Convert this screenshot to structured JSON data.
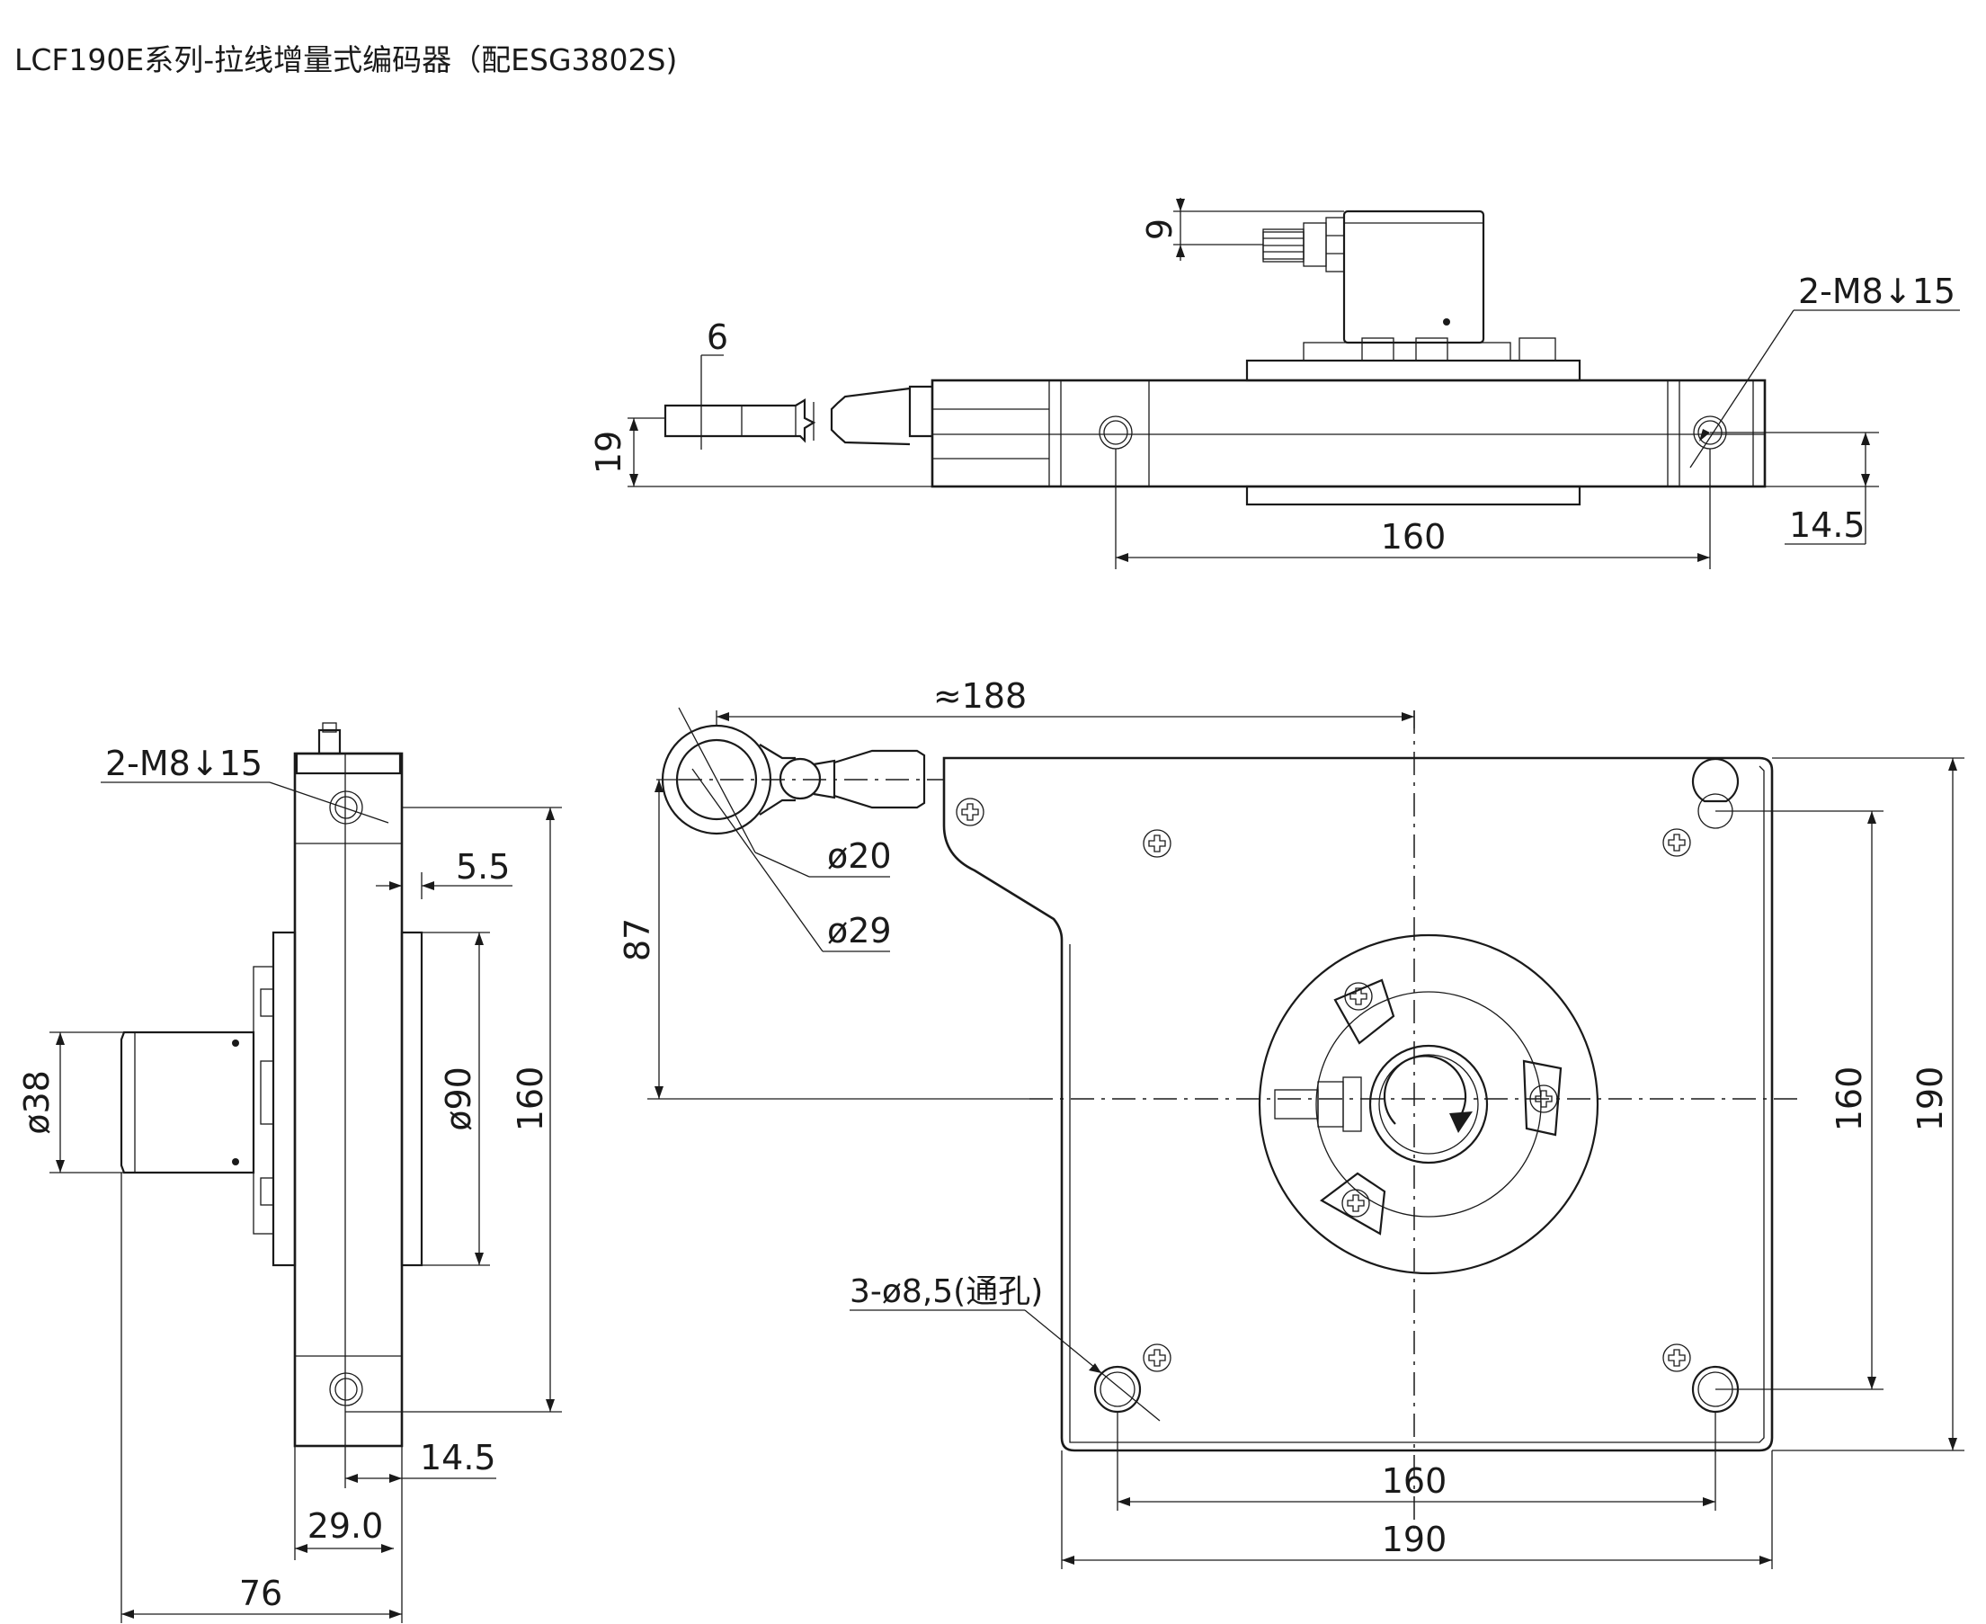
{
  "title": "LCF190E系列-拉线增量式编码器（配ESG3802S)",
  "top_view": {
    "dim_connector_offset": "9",
    "dim_wire_width": "6",
    "dim_wire_height": "19",
    "mount_thread_label": "2-M8↓15",
    "dim_hole_spacing": "160",
    "dim_hole_height": "14.5"
  },
  "side_view": {
    "mount_thread_label": "2-M8↓15",
    "dim_step": "5.5",
    "dim_encoder_dia": "ø38",
    "dim_flange_dia": "ø90",
    "dim_height": "160",
    "dim_hole_offset": "14.5",
    "dim_half_depth": "29.0",
    "dim_total_depth": "76"
  },
  "front_view": {
    "dim_cable_length": "≈188",
    "dim_eyelet_inner": "ø20",
    "dim_eyelet_outer": "ø29",
    "dim_cable_height": "87",
    "through_hole_label": "3-ø8,5(通孔)",
    "dim_hole_spacing_h": "160",
    "dim_body_width": "190",
    "dim_hole_spacing_v": "160",
    "dim_body_height": "190"
  },
  "icons": [
    "screw-head-icon",
    "rotation-arrow-icon",
    "dimension-arrow-icon"
  ]
}
